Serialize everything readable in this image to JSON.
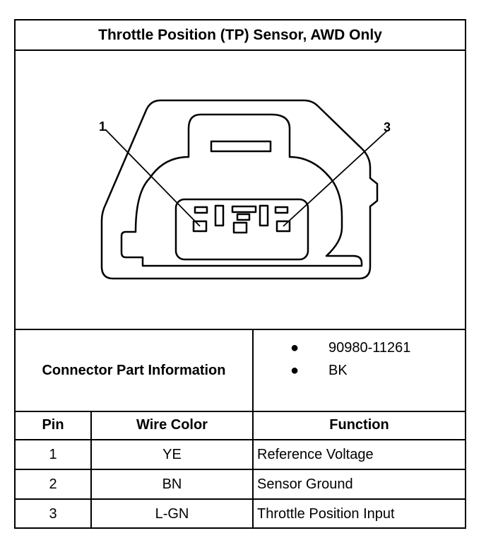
{
  "title": "Throttle Position (TP) Sensor, AWD Only",
  "diagram": {
    "pin_callouts": [
      "1",
      "3"
    ]
  },
  "connector_info": {
    "label": "Connector Part Information",
    "items": [
      "90980-11261",
      "BK"
    ]
  },
  "pin_table": {
    "headers": [
      "Pin",
      "Wire Color",
      "Function"
    ],
    "rows": [
      {
        "pin": "1",
        "wire_color": "YE",
        "function": "Reference Voltage"
      },
      {
        "pin": "2",
        "wire_color": "BN",
        "function": "Sensor Ground"
      },
      {
        "pin": "3",
        "wire_color": "L-GN",
        "function": "Throttle Position Input"
      }
    ]
  }
}
